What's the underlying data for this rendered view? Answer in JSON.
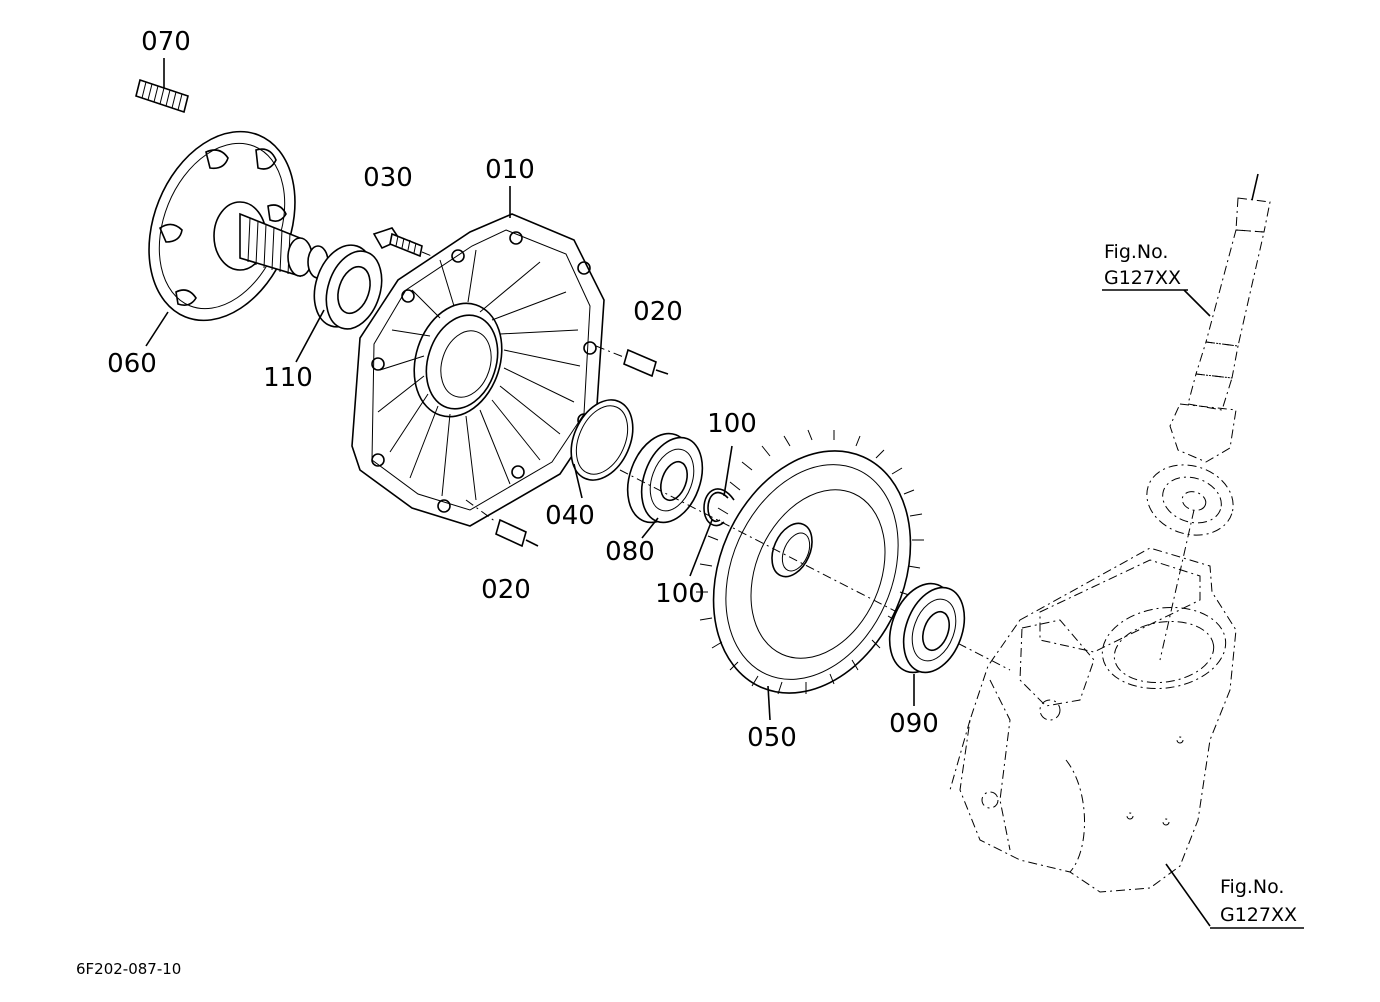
{
  "callouts": {
    "c010": "010",
    "c020a": "020",
    "c020b": "020",
    "c030": "030",
    "c040": "040",
    "c050": "050",
    "c060": "060",
    "c070": "070",
    "c080": "080",
    "c090": "090",
    "c100a": "100",
    "c100b": "100",
    "c110": "110"
  },
  "fig_refs": {
    "upper": {
      "label": "Fig.No.",
      "code": "G127XX"
    },
    "lower": {
      "label": "Fig.No.",
      "code": "G127XX"
    }
  },
  "drawing_code": "6F202-087-10"
}
